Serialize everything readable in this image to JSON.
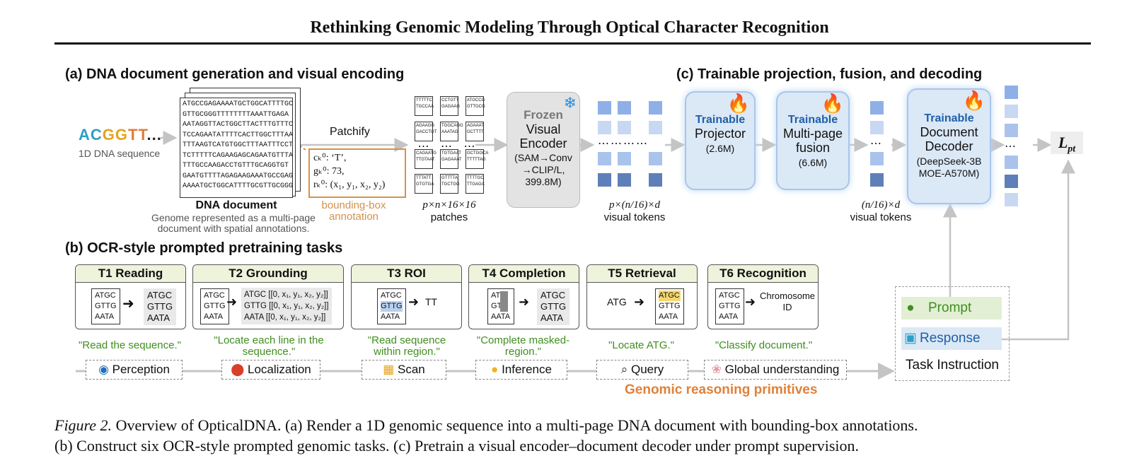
{
  "paper_title": "Rethinking Genomic Modeling Through Optical Character Recognition",
  "section_a": {
    "title": "(a) DNA document generation and visual encoding",
    "dna_seq": [
      "A",
      "C",
      "G",
      "G",
      "T",
      "T",
      "..."
    ],
    "dna_seq_label": "1D DNA sequence",
    "doc_lines": [
      "ATGCCGAGAAAATGCTGGCATTTTGC",
      "GTTGCGGGTTTTTTTTAAATTGAGA",
      "AATAGGTTACTGGCTTACTTTGTTTC",
      "TCCAGAATATTTTCACTTGGCTTTAA",
      "TTTAAGTCATGTGGCTTTAATTTCCT",
      "TCTTTTTCAGAAGAGCAGAATGTTTA",
      "TTTGCCAAGACCTGTTTGCAGGTGT",
      "GAATGTTTTAGAGAAGAAATGCCGAG",
      "AAAATGCTGGCATTTTGCGTTGCGGG"
    ],
    "doc_title": "DNA document",
    "doc_desc": [
      "Genome represented as a multi-page",
      "document with spatial annotations."
    ],
    "patchify": "Patchify",
    "bbox_lines": [
      "cₖ⁰: ‘T’,",
      "gₖ⁰: 73,",
      "rₖ⁰: (x₁, y₁, x₂, y₂)"
    ],
    "bbox_label": [
      "bounding-box",
      "annotation"
    ],
    "patch_texts": [
      "TTTTTC TGCCAA",
      "CCTGTT GAGAAG",
      "ATGCCG GTTGCG",
      "AGAAGG GACCTGT",
      "TGGCAGG AAATAG",
      "AGAAAT GCTTTT",
      "CAGAATG TTGTAAT",
      "TGTGAAT GAGAAAT",
      "GCTGGCA TTTTTAG",
      "TTTATT GTGTGA",
      "GTTTTA TGCTGG",
      "TTTTGC TTGAGA"
    ],
    "patch_label": [
      "p×n×16×16",
      "patches"
    ],
    "frozen": "Frozen",
    "frozen_name": [
      "Visual",
      "Encoder"
    ],
    "frozen_desc": [
      "(SAM→Conv",
      "→CLIP/L,",
      "399.8M)"
    ],
    "tokens_label": [
      "p×(n/16)×d",
      "visual tokens"
    ],
    "snowflake": "snowflake-icon",
    "flame": "flame-icon"
  },
  "section_c": {
    "title": "(c) Trainable projection, fusion, and decoding",
    "projector": {
      "tag": "Trainable",
      "name": [
        "Projector"
      ],
      "size": "(2.6M)"
    },
    "fusion": {
      "tag": "Trainable",
      "name": [
        "Multi-page",
        "fusion"
      ],
      "size": "(6.6M)"
    },
    "decoder": {
      "tag": "Trainable",
      "name": [
        "Document",
        "Decoder"
      ],
      "size": [
        "(DeepSeek-3B",
        "MOE-A570M)"
      ]
    },
    "tokens_label": [
      "(n/16)×d",
      "visual tokens"
    ],
    "loss": "L",
    "loss_sub": "pt"
  },
  "section_b": {
    "title": "(b) OCR-style prompted pretraining tasks",
    "tasks": [
      {
        "name": "T1 Reading",
        "prompt": "\"Read the sequence.\""
      },
      {
        "name": "T2 Grounding",
        "prompt": "\"Locate each line in the sequence.\""
      },
      {
        "name": "T3 ROI",
        "prompt": "\"Read sequence within region.\""
      },
      {
        "name": "T4 Completion",
        "prompt": "\"Complete masked-region.\""
      },
      {
        "name": "T5 Retrieval",
        "prompt": "\"Locate ATG.\""
      },
      {
        "name": "T6 Recognition",
        "prompt": "\"Classify document.\""
      }
    ],
    "mini_in": [
      "ATGC",
      "GTTG",
      "AATA"
    ],
    "t2_out": [
      "ATGC [[0, x₁, y₁, x₂, y₂]]",
      "GTTG [[0, x₁, y₁, x₂, y₂]]",
      "AATA [[0, x₁, y₁, x₂, y₂]]"
    ],
    "t3_out": "TT",
    "t4_in": [
      "AT",
      "GT",
      "AATA"
    ],
    "t5_query": "ATG",
    "t6_out": [
      "Chromosome",
      "ID"
    ],
    "primitives": [
      {
        "label": "Perception",
        "icon": "eye-icon"
      },
      {
        "label": "Localization",
        "icon": "pin-icon"
      },
      {
        "label": "Scan",
        "icon": "scan-icon"
      },
      {
        "label": "Inference",
        "icon": "bulb-icon"
      },
      {
        "label": "Query",
        "icon": "magnifier-icon"
      },
      {
        "label": "Global understanding",
        "icon": "brain-icon"
      }
    ],
    "primitives_title": "Genomic reasoning primitives",
    "instruction": {
      "prompt": "Prompt",
      "response": "Response",
      "title": "Task Instruction"
    }
  },
  "caption": {
    "fig": "Figure 2.",
    "line1": " Overview of OpticalDNA. (a) Render a 1D genomic sequence into a multi-page DNA document with bounding-box annotations.",
    "line2": "(b) Construct six OCR-style prompted genomic tasks. (c) Pretrain a visual encoder–document decoder under prompt supervision."
  }
}
